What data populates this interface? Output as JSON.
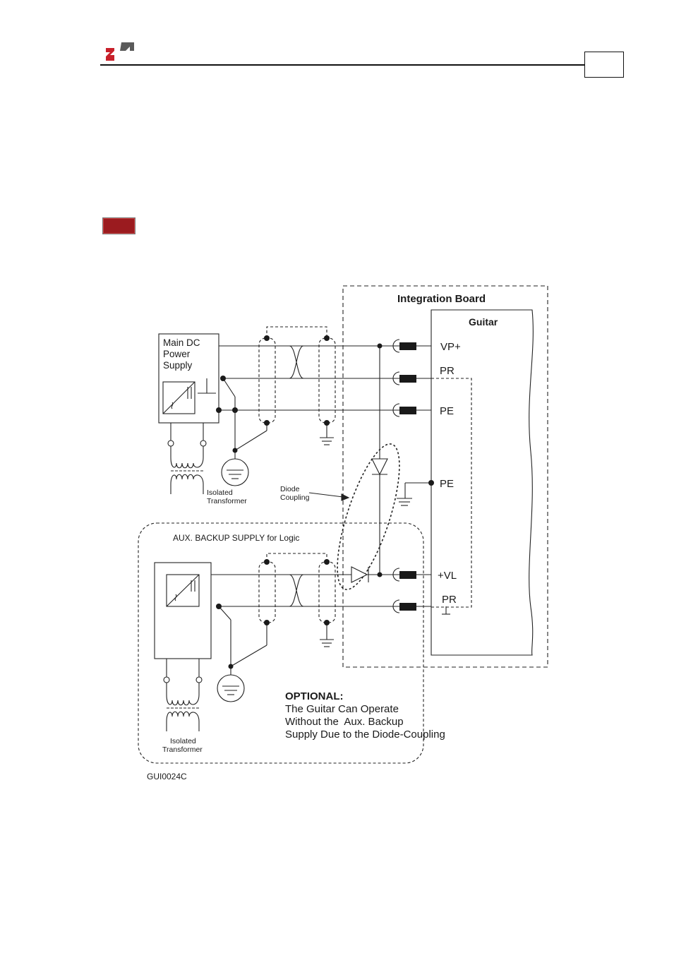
{
  "colors": {
    "brand_red": "#c8202a",
    "brand_gray": "#5a5a5a",
    "marker_red": "#9b1b1f"
  },
  "diagram": {
    "integration_board_label": "Integration Board",
    "guitar_label": "Guitar",
    "main_supply": {
      "line1": "Main DC",
      "line2": "Power",
      "line3": "Supply"
    },
    "terminals": {
      "vp_plus": "VP+",
      "pr_top": "PR",
      "pe_top": "PE",
      "pe_mid": "PE",
      "vl_plus": "+VL",
      "pr_bottom": "PR"
    },
    "transformer_top": {
      "line1": "Isolated",
      "line2": "Transformer"
    },
    "diode_coupling": {
      "line1": "Diode",
      "line2": "Coupling"
    },
    "aux_label": "AUX. BACKUP SUPPLY for Logic",
    "transformer_bottom": {
      "line1": "Isolated",
      "line2": "Transformer"
    },
    "optional": {
      "title": "OPTIONAL:",
      "line1": "The Guitar Can Operate",
      "line2": "Without the  Aux. Backup",
      "line3": "Supply Due to the Diode-Coupling"
    },
    "figure_code": "GUI0024C"
  }
}
